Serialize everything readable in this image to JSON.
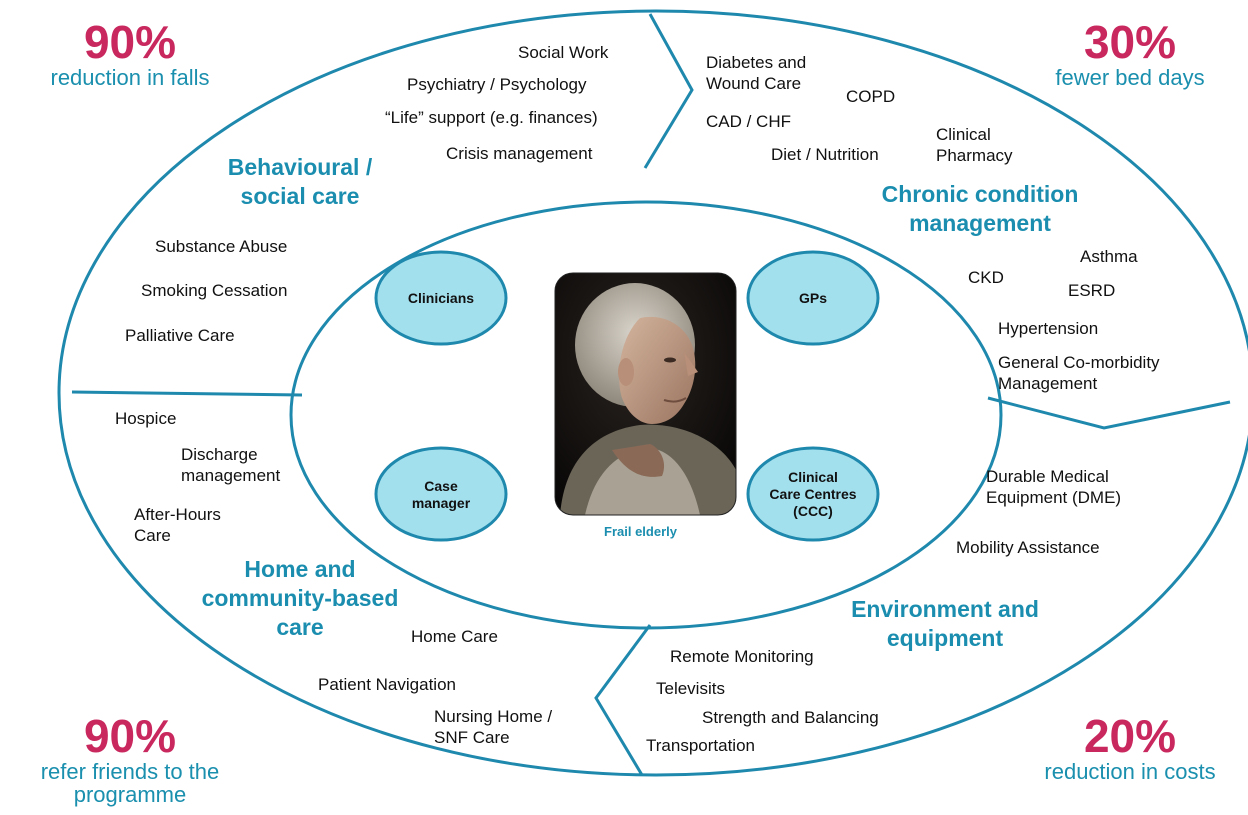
{
  "stats": {
    "top_left": {
      "value": "90%",
      "label": "reduction in falls"
    },
    "top_right": {
      "value": "30%",
      "label": "fewer bed days"
    },
    "bottom_left": {
      "value": "90%",
      "label_line1": "refer friends to the",
      "label_line2": "programme"
    },
    "bottom_right": {
      "value": "20%",
      "label": "reduction in costs"
    }
  },
  "segments": {
    "behavioural": {
      "heading_line1": "Behavioural /",
      "heading_line2": "social care",
      "items": [
        "Social Work",
        "Psychiatry / Psychology",
        "“Life” support (e.g. finances)",
        "Crisis management",
        "Substance Abuse",
        "Smoking Cessation",
        "Palliative Care"
      ]
    },
    "chronic": {
      "heading_line1": "Chronic condition",
      "heading_line2": "management",
      "items": [
        "Diabetes and",
        "Wound Care",
        "COPD",
        "CAD / CHF",
        "Diet / Nutrition",
        "Clinical",
        "Pharmacy",
        "Asthma",
        "CKD",
        "ESRD",
        "Hypertension",
        "General Co-morbidity",
        "Management"
      ]
    },
    "home": {
      "heading_line1": "Home and",
      "heading_line2": "community-based",
      "heading_line3": "care",
      "items": [
        "Hospice",
        "Discharge",
        "management",
        "After-Hours",
        "Care",
        "Home Care",
        "Patient Navigation",
        "Nursing Home /",
        "SNF Care"
      ]
    },
    "environment": {
      "heading_line1": "Environment and",
      "heading_line2": "equipment",
      "items": [
        "Durable Medical",
        "Equipment (DME)",
        "Mobility Assistance",
        "Remote Monitoring",
        "Televisits",
        "Strength and Balancing",
        "Transportation"
      ]
    }
  },
  "center": {
    "ovals": {
      "clinicians": "Clinicians",
      "gps": "GPs",
      "case_manager_line1": "Case",
      "case_manager_line2": "manager",
      "ccc_line1": "Clinical",
      "ccc_line2": "Care Centres",
      "ccc_line3": "(CCC)"
    },
    "photo_caption": "Frail elderly"
  },
  "colors": {
    "stat_value": "#c8285e",
    "stat_label": "#1a8fae",
    "heading": "#1b8eaf",
    "outline": "#1f88ad",
    "oval_fill": "#a3e0ee"
  }
}
